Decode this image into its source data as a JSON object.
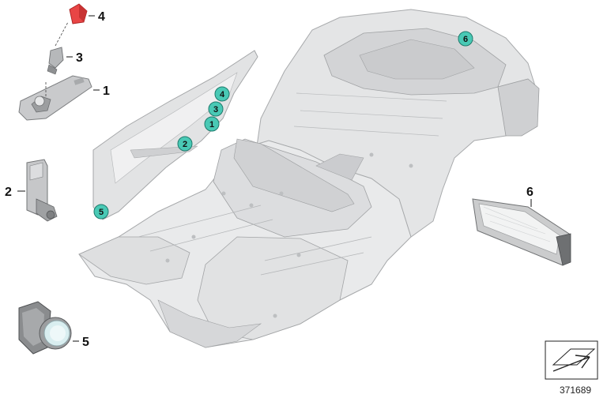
{
  "diagram": {
    "part_labels": [
      {
        "id": "part-label-4",
        "text": "4"
      },
      {
        "id": "part-label-3",
        "text": "3"
      },
      {
        "id": "part-label-1",
        "text": "1"
      },
      {
        "id": "part-label-2",
        "text": "2"
      },
      {
        "id": "part-label-5",
        "text": "5"
      },
      {
        "id": "part-label-6",
        "text": "6"
      }
    ],
    "callouts": [
      {
        "id": "callout-4",
        "text": "4"
      },
      {
        "id": "callout-3",
        "text": "3"
      },
      {
        "id": "callout-1",
        "text": "1"
      },
      {
        "id": "callout-2",
        "text": "2"
      },
      {
        "id": "callout-5",
        "text": "5"
      },
      {
        "id": "callout-6",
        "text": "6"
      }
    ],
    "reference_number": "371689",
    "colors": {
      "callout_fill": "#49c9b5",
      "cap_red": "#e84545",
      "body_gray": "#d9dadb",
      "line_gray": "#9a9c9e"
    },
    "icon": "view-direction-arrow-icon"
  }
}
